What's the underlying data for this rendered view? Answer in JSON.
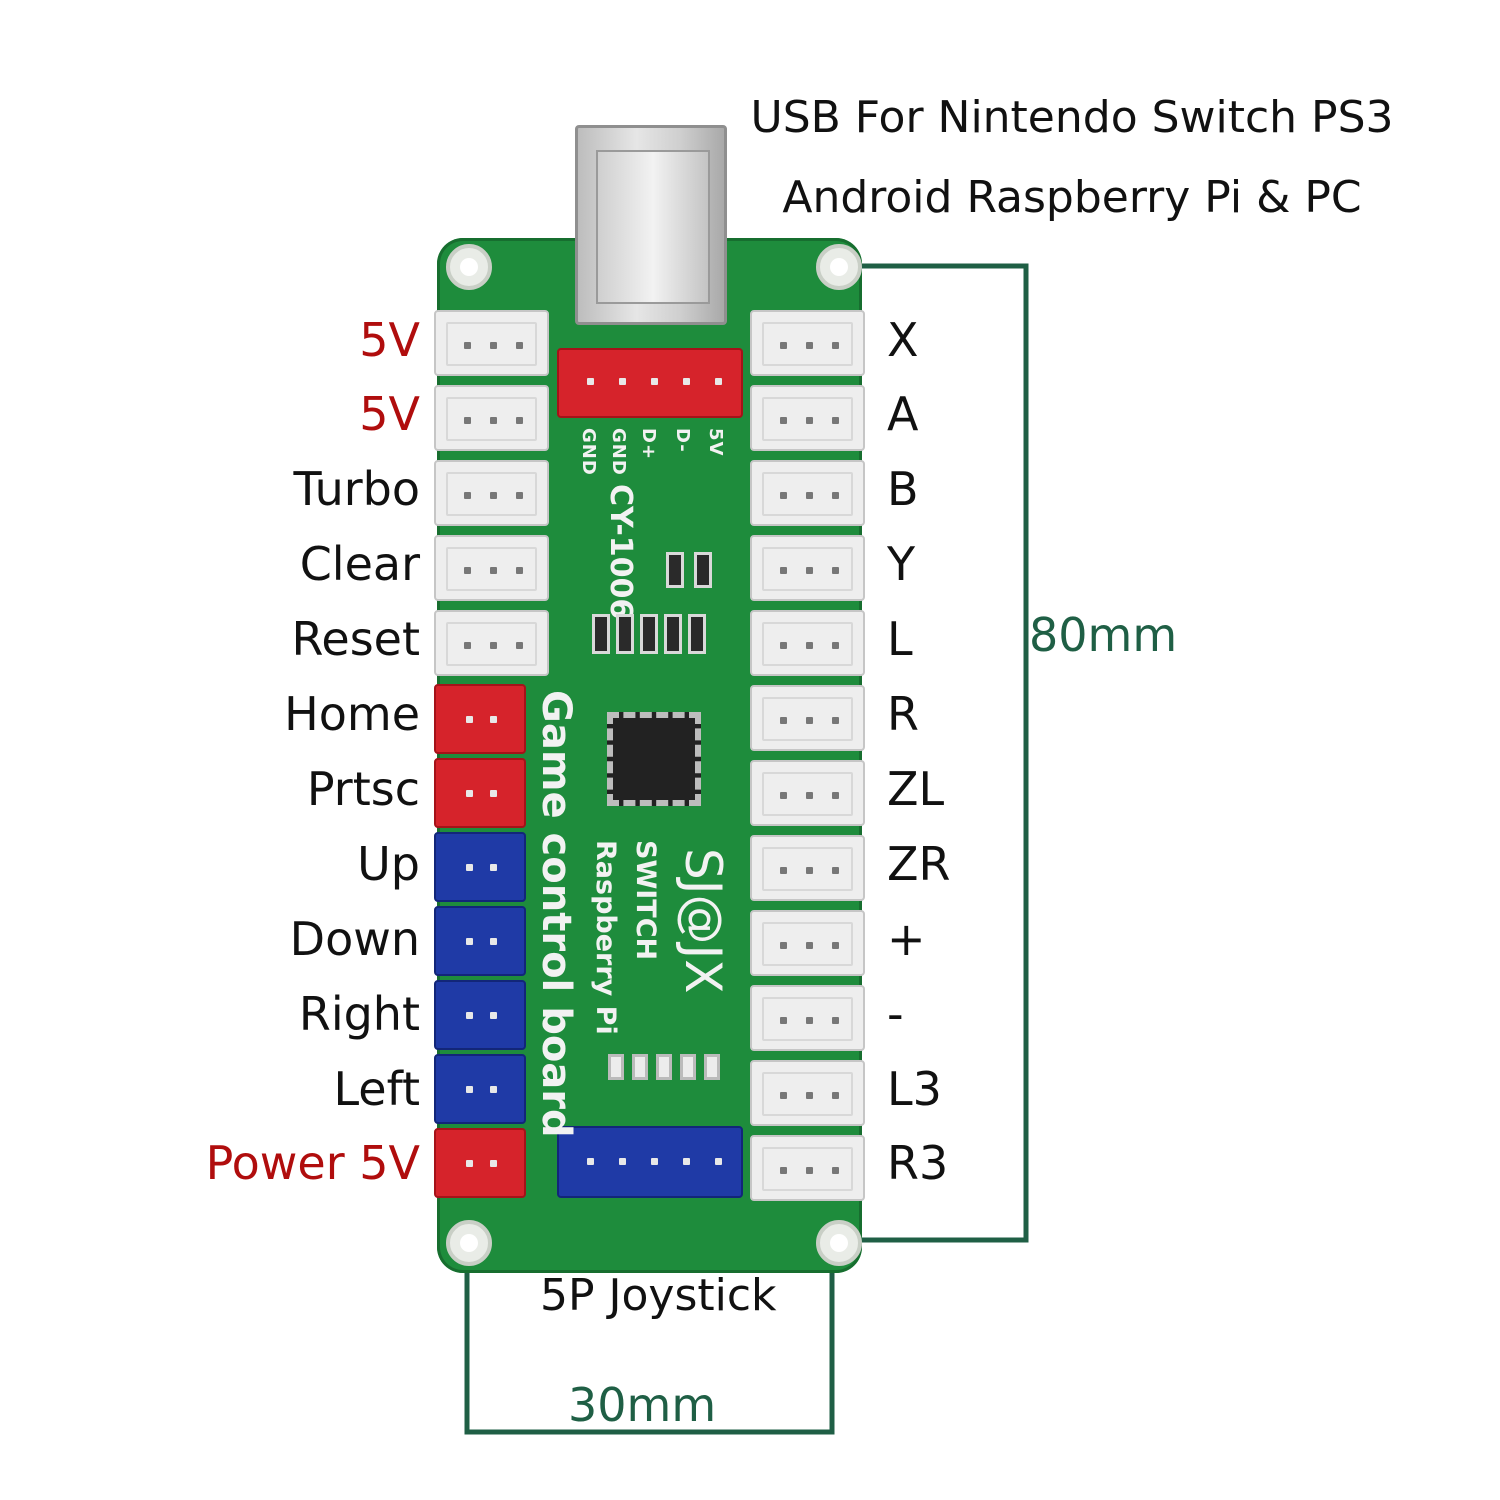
{
  "header": {
    "line1": "USB For Nintendo Switch PS3",
    "line2": "Android Raspberry Pi & PC"
  },
  "left_labels": [
    {
      "text": "5V",
      "color": "red"
    },
    {
      "text": "5V",
      "color": "red"
    },
    {
      "text": "Turbo",
      "color": "black"
    },
    {
      "text": "Clear",
      "color": "black"
    },
    {
      "text": "Reset",
      "color": "black"
    },
    {
      "text": "Home",
      "color": "black"
    },
    {
      "text": "Prtsc",
      "color": "black"
    },
    {
      "text": "Up",
      "color": "black"
    },
    {
      "text": "Down",
      "color": "black"
    },
    {
      "text": "Right",
      "color": "black"
    },
    {
      "text": "Left",
      "color": "black"
    },
    {
      "text": "Power 5V",
      "color": "red"
    }
  ],
  "right_labels": [
    "X",
    "A",
    "B",
    "Y",
    "L",
    "R",
    "ZL",
    "ZR",
    "+",
    "-",
    "L3",
    "R3"
  ],
  "dimensions": {
    "height": "80mm",
    "width": "30mm",
    "joystick": "5P Joystick"
  },
  "pcb": {
    "pins": [
      "GND",
      "GND",
      "D+",
      "D-",
      "5V"
    ],
    "model": "CY-1006",
    "title": "Game control board",
    "sub1": "Raspberry Pi",
    "sub2": "SWITCH",
    "brand": "SJ@JX"
  },
  "colors": {
    "label_red": "#b00d0d",
    "dimension_green": "#1f5f45",
    "pcb_green": "#1e8c3c",
    "connector_red": "#d6232b",
    "connector_blue": "#1f3aa6"
  }
}
